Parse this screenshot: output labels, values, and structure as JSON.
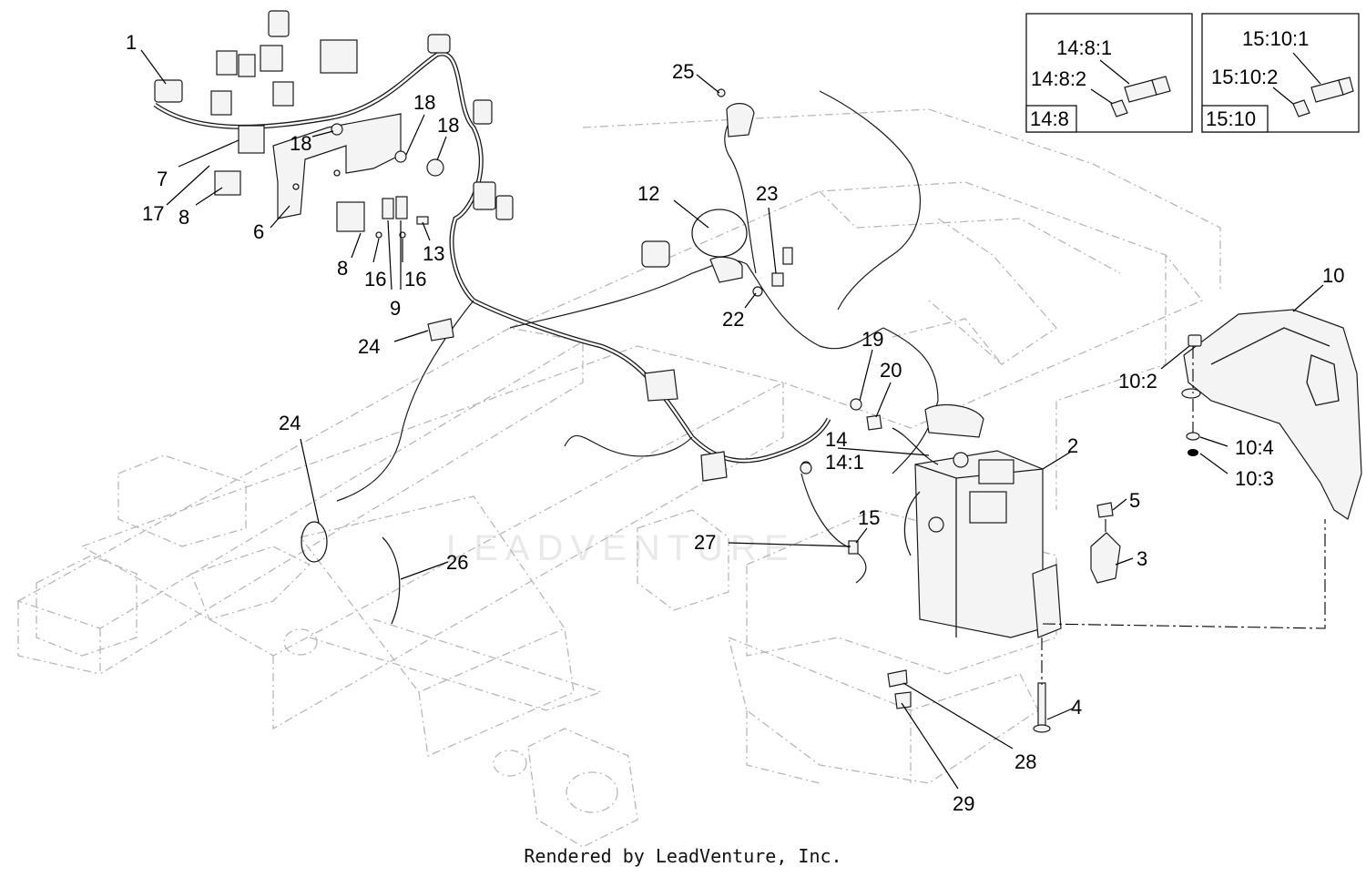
{
  "watermark": "LEADVENTURE",
  "footer": "Rendered by LeadVenture, Inc.",
  "callouts": [
    "1",
    "2",
    "3",
    "4",
    "5",
    "6",
    "7",
    "8",
    "8",
    "9",
    "10",
    "10:2",
    "10:3",
    "10:4",
    "12",
    "13",
    "14",
    "14:1",
    "15",
    "16",
    "16",
    "17",
    "18",
    "18",
    "18",
    "19",
    "20",
    "22",
    "23",
    "24",
    "24",
    "25",
    "26",
    "27",
    "28",
    "29"
  ],
  "insets": [
    {
      "title": "14:8",
      "items": [
        "14:8:1",
        "14:8:2"
      ]
    },
    {
      "title": "15:10",
      "items": [
        "15:10:1",
        "15:10:2"
      ]
    }
  ]
}
